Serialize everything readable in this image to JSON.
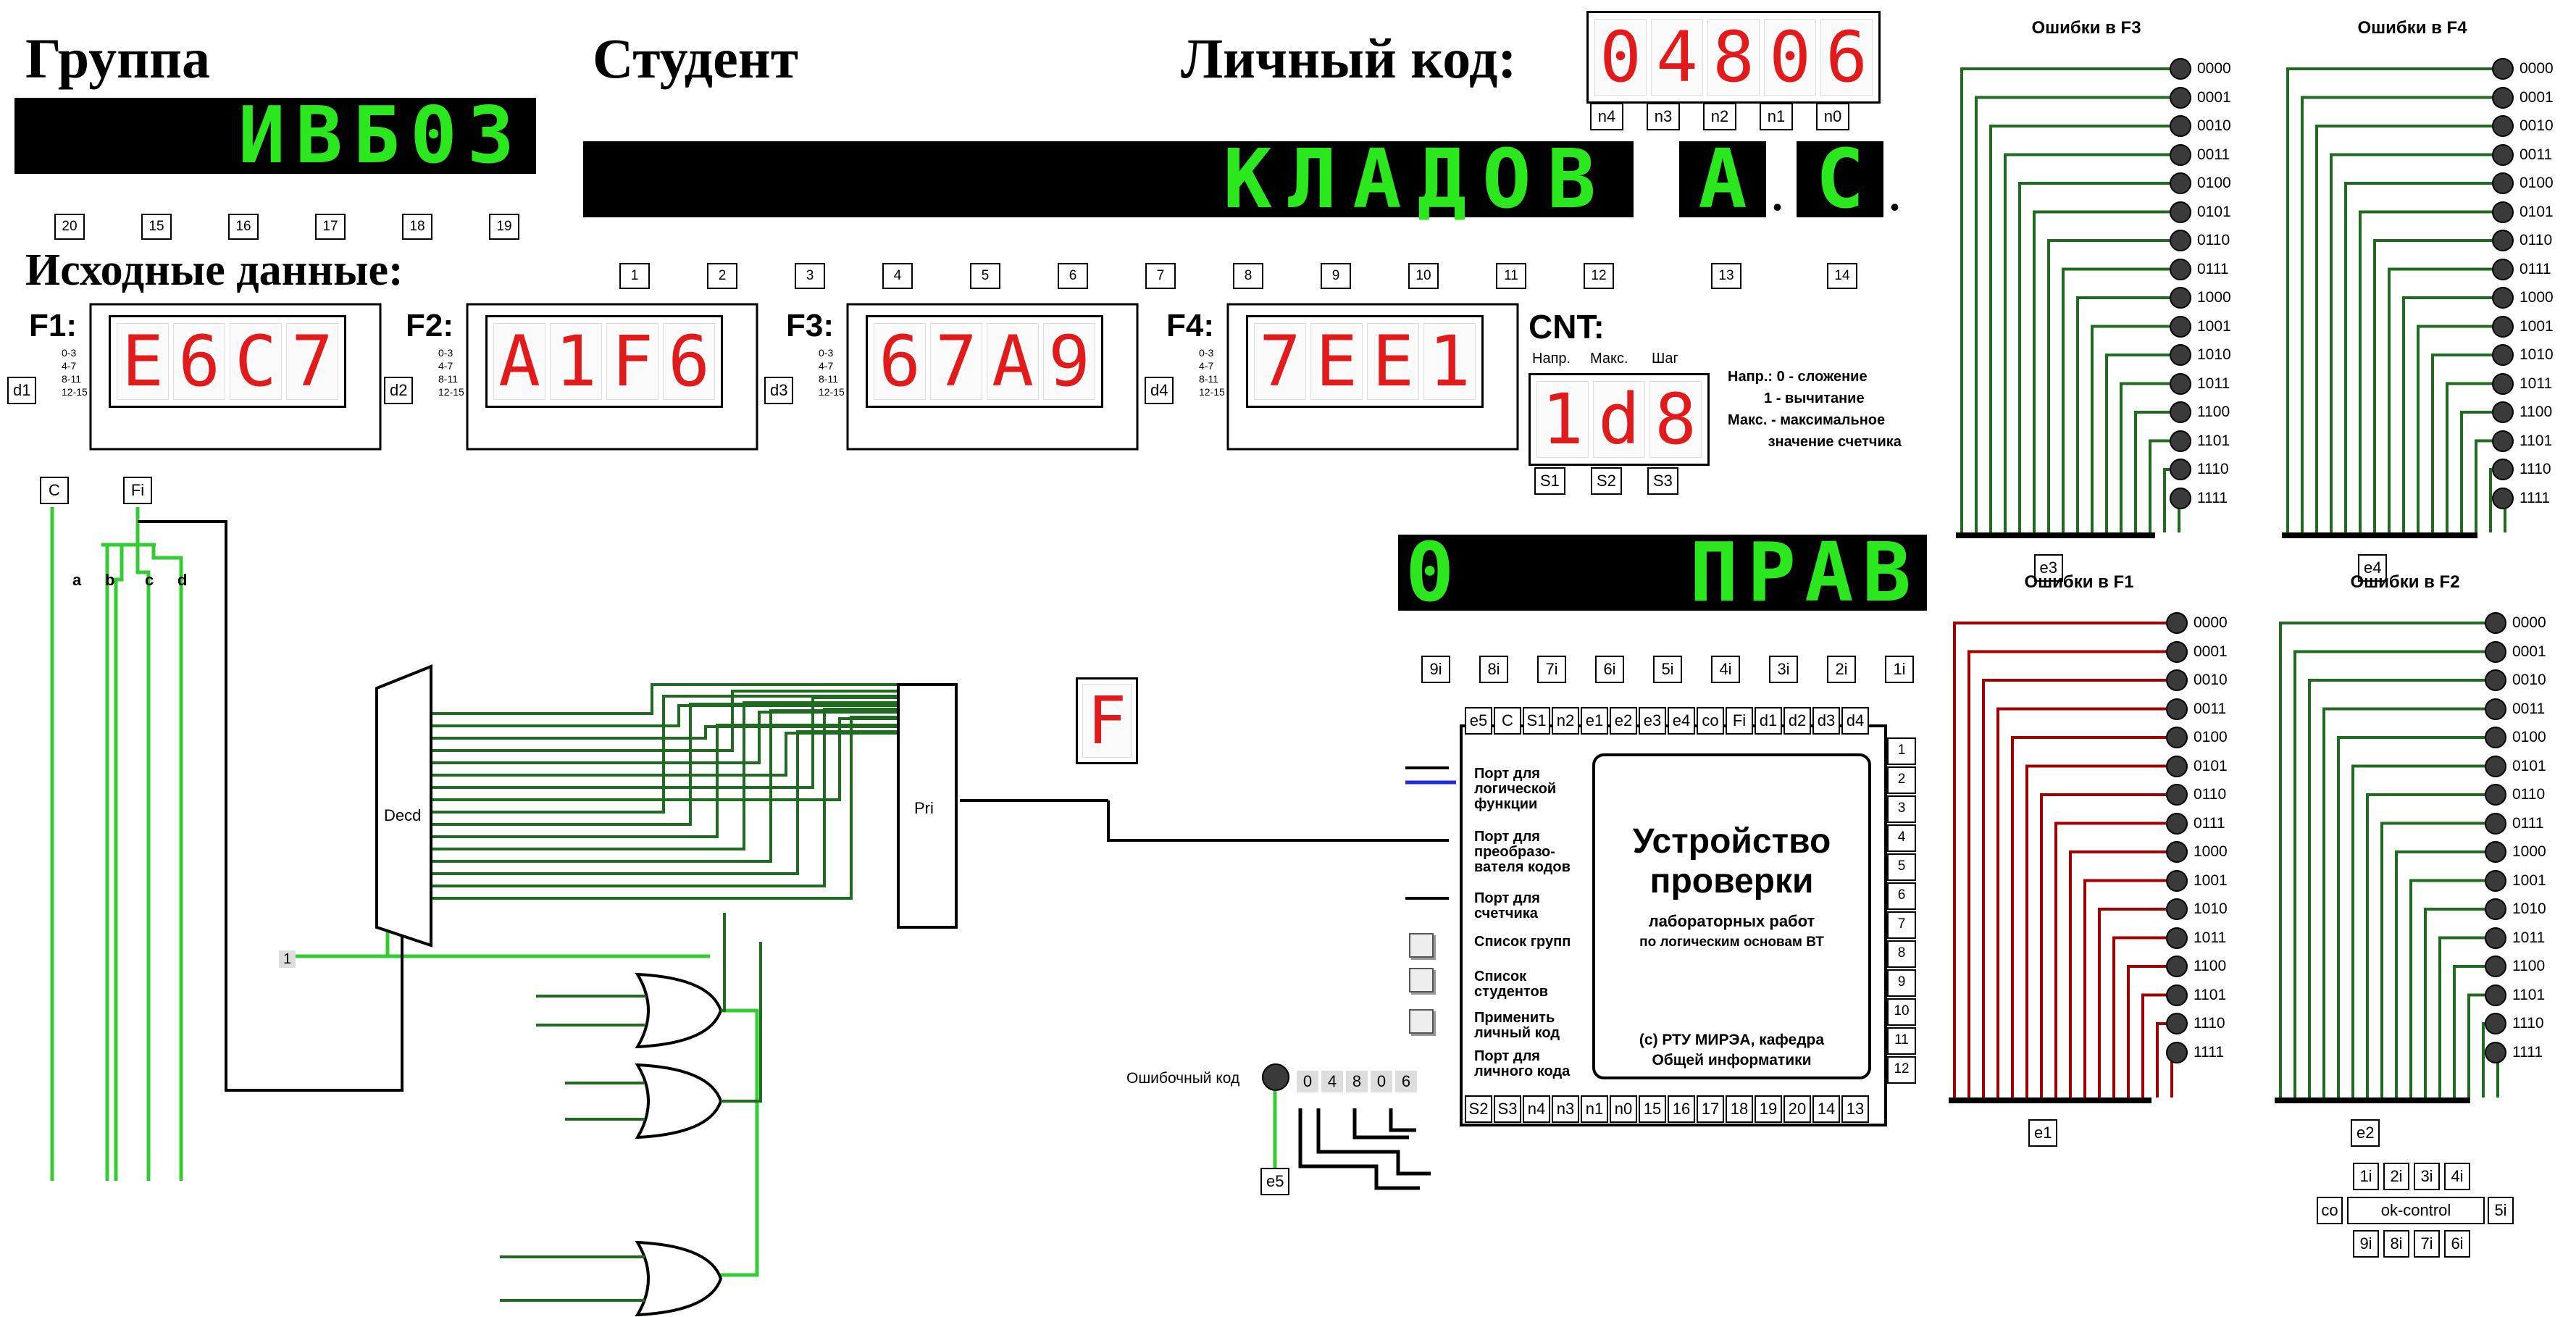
{
  "headers": {
    "group": "Группа",
    "student": "Студент",
    "personal_code": "Личный код:",
    "input_data": "Исходные данные:"
  },
  "group_display": {
    "text": "ИВБ03",
    "pins": [
      "20",
      "15",
      "16",
      "17",
      "18",
      "19"
    ]
  },
  "student_display": {
    "text": "КЛАДОВ",
    "initial1": "А",
    "dot1": ".",
    "initial2": "С",
    "dot2": ".",
    "pins": [
      "1",
      "2",
      "3",
      "4",
      "5",
      "6",
      "7",
      "8",
      "9",
      "10",
      "11",
      "12"
    ],
    "pins_initials": [
      "13",
      "14"
    ]
  },
  "personal_code": {
    "digits": [
      "0",
      "4",
      "8",
      "0",
      "6"
    ],
    "pins": [
      "n4",
      "n3",
      "n2",
      "n1",
      "n0"
    ]
  },
  "functions": [
    {
      "label": "F1:",
      "digits": [
        "E",
        "6",
        "C",
        "7"
      ],
      "pin": "d1"
    },
    {
      "label": "F2:",
      "digits": [
        "A",
        "1",
        "F",
        "6"
      ],
      "pin": "d2"
    },
    {
      "label": "F3:",
      "digits": [
        "6",
        "7",
        "A",
        "9"
      ],
      "pin": "d3"
    },
    {
      "label": "F4:",
      "digits": [
        "7",
        "E",
        "E",
        "1"
      ],
      "pin": "d4"
    }
  ],
  "splitter_labels": [
    "0-3",
    "4-7",
    "8-11",
    "12-15"
  ],
  "cnt": {
    "label": "CNT:",
    "cols": [
      "Напр.",
      "Макс.",
      "Шаг"
    ],
    "digits": [
      "1",
      "d",
      "8"
    ],
    "pins": [
      "S1",
      "S2",
      "S3"
    ],
    "note": "Напр.: 0 - сложение\n         1 - вычитание\nМакс. - максимальное\n          значение счетчика"
  },
  "result_display": {
    "left": "0",
    "right": "ПРАВ",
    "pins": [
      "9i",
      "8i",
      "7i",
      "6i",
      "5i",
      "4i",
      "3i",
      "2i",
      "1i"
    ]
  },
  "circuit": {
    "inputs": [
      "C",
      "Fi"
    ],
    "splitter_bits": [
      "a",
      "b",
      "c",
      "d"
    ],
    "decoder": "Decd",
    "priority": "Pri",
    "constant": "1",
    "hex_out": "F"
  },
  "checker": {
    "top_pins": [
      "e5",
      "C",
      "S1",
      "n2",
      "e1",
      "e2",
      "e3",
      "e4",
      "co",
      "Fi",
      "d1",
      "d2",
      "d3",
      "d4"
    ],
    "bottom_pins": [
      "S2",
      "S3",
      "n4",
      "n3",
      "n1",
      "n0",
      "15",
      "16",
      "17",
      "18",
      "19",
      "20",
      "14",
      "13"
    ],
    "right_pins": [
      "1",
      "2",
      "3",
      "4",
      "5",
      "6",
      "7",
      "8",
      "9",
      "10",
      "11",
      "12"
    ],
    "ports": [
      "Порт для логической функции",
      "Порт для преобразо- вателя кодов",
      "Порт для счетчика",
      "Список групп",
      "Список студентов",
      "Применить личный код",
      "Порт для личного кода"
    ],
    "title1": "Устройство",
    "title2": "проверки",
    "subtitle1": "лабораторных работ",
    "subtitle2": "по логическим основам ВТ",
    "copyright1": "(c) РТУ МИРЭА, кафедра",
    "copyright2": "Общей информатики"
  },
  "error_code": {
    "label": "Ошибочный код",
    "digits": [
      "0",
      "4",
      "8",
      "0",
      "6"
    ],
    "pin": "e5"
  },
  "error_panels": [
    {
      "title": "Ошибки в F3",
      "pin": "e3",
      "wire_color": "#1f6b1f"
    },
    {
      "title": "Ошибки в F4",
      "pin": "e4",
      "wire_color": "#1f6b1f"
    },
    {
      "title": "Ошибки в F1",
      "pin": "e1",
      "wire_color": "#a30000"
    },
    {
      "title": "Ошибки в  F2",
      "pin": "e2",
      "wire_color": "#1f6b1f"
    }
  ],
  "codes": [
    "0000",
    "0001",
    "0010",
    "0011",
    "0100",
    "0101",
    "0110",
    "0111",
    "1000",
    "1001",
    "1010",
    "1011",
    "1100",
    "1101",
    "1110",
    "1111"
  ],
  "ok_control": {
    "label": "ok-control",
    "top": [
      "1i",
      "2i",
      "3i",
      "4i"
    ],
    "bottom": [
      "9i",
      "8i",
      "7i",
      "6i"
    ],
    "left": "co",
    "right": "5i"
  },
  "colors": {
    "led_green": "#2ae81d",
    "seg_red": "#e11b1b",
    "wire_green": "#1f6b1f",
    "wire_bright": "#33cc33",
    "wire_red": "#a30000",
    "wire_blue": "#1f2bd6"
  }
}
